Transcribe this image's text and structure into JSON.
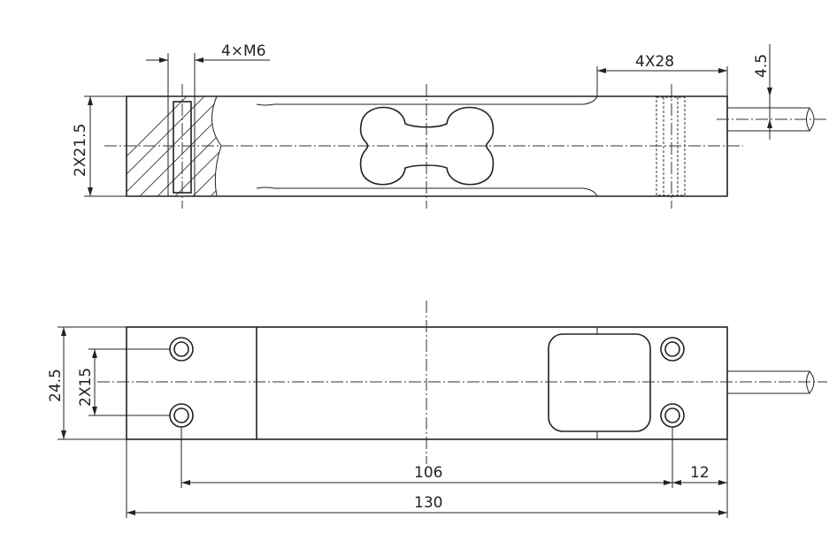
{
  "drawing": {
    "top_view": {
      "dimensions": {
        "thread": "4×M6",
        "hole_pitch": "4X28",
        "cable_offset": "4.5",
        "height": "2X21.5"
      }
    },
    "bottom_view": {
      "dimensions": {
        "width": "24.5",
        "hole_spacing": "2X15",
        "hole_distance": "106",
        "end_offset": "12",
        "total_length": "130"
      }
    }
  }
}
